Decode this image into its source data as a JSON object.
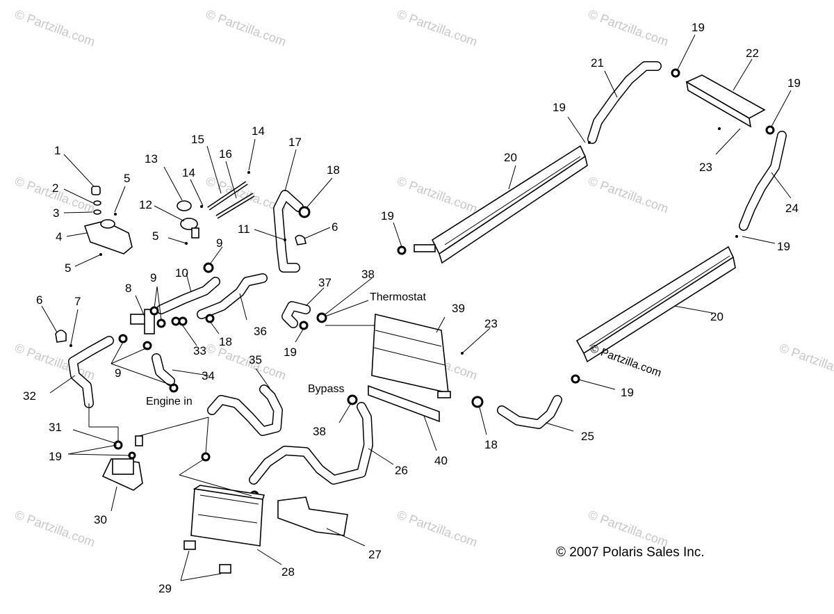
{
  "watermark": "© Partzilla.com",
  "copyright": "© 2007 Polaris Sales Inc.",
  "annotations": {
    "thermostat": "Thermostat",
    "bypass": "Bypass",
    "engine_in": "Engine in"
  },
  "callouts": [
    "1",
    "2",
    "3",
    "4",
    "5",
    "5",
    "5",
    "6",
    "6",
    "7",
    "8",
    "9",
    "9",
    "9",
    "10",
    "11",
    "12",
    "13",
    "14",
    "14",
    "15",
    "16",
    "17",
    "18",
    "18",
    "18",
    "19",
    "19",
    "19",
    "19",
    "19",
    "19",
    "19",
    "19",
    "20",
    "20",
    "21",
    "22",
    "23",
    "23",
    "24",
    "25",
    "26",
    "27",
    "28",
    "29",
    "30",
    "31",
    "32",
    "33",
    "34",
    "35",
    "36",
    "37",
    "38",
    "38",
    "39",
    "40"
  ]
}
